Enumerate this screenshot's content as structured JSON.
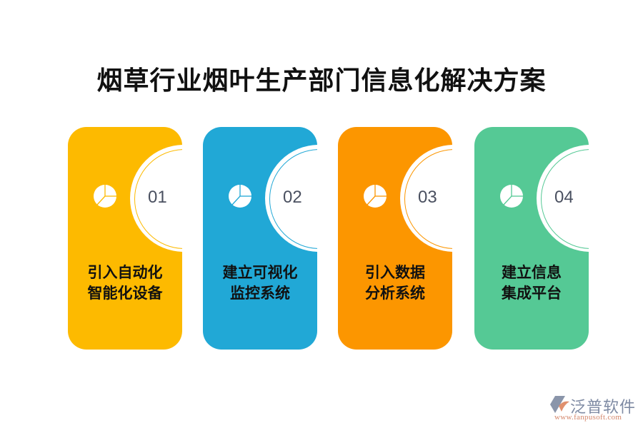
{
  "title": "烟草行业烟叶生产部门信息化解决方案",
  "cards": [
    {
      "number": "01",
      "line1": "引入自动化",
      "line2": "智能化设备",
      "color": "#FDBA00",
      "icon": "pie-chart-icon"
    },
    {
      "number": "02",
      "line1": "建立可视化",
      "line2": "监控系统",
      "color": "#21A8D6",
      "icon": "pie-chart-icon"
    },
    {
      "number": "03",
      "line1": "引入数据",
      "line2": "分析系统",
      "color": "#FC9600",
      "icon": "pie-chart-icon"
    },
    {
      "number": "04",
      "line1": "建立信息",
      "line2": "集成平台",
      "color": "#55C995",
      "icon": "pie-chart-icon"
    }
  ],
  "logo": {
    "name": "泛普软件",
    "url": "www.fanpusoft.com",
    "colors": {
      "text": "#7E8AA3",
      "url": "#D4866A",
      "mark_gray": "#8A95AA",
      "mark_orange": "#E0906E"
    }
  }
}
